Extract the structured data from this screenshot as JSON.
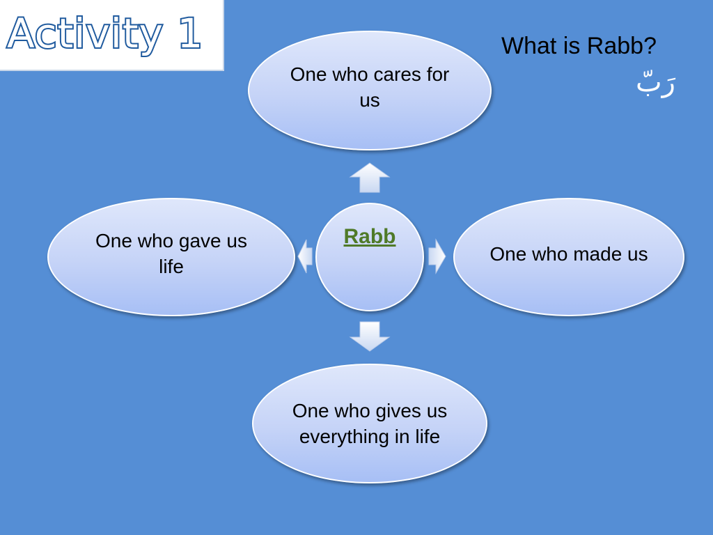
{
  "slide": {
    "title": "Activity 1",
    "question": "What is Rabb?",
    "arabic": "رَبّ"
  },
  "diagram": {
    "center": "Rabb",
    "nodes": {
      "top": "One who cares for us",
      "left": "One who gave us life",
      "right": "One who made us",
      "bottom": "One who gives us everything in life"
    }
  },
  "colors": {
    "background": "#558ed5",
    "node_fill": "#c5d3f7",
    "center_label": "#4f7a28",
    "title_outline": "#1f5a9e"
  }
}
